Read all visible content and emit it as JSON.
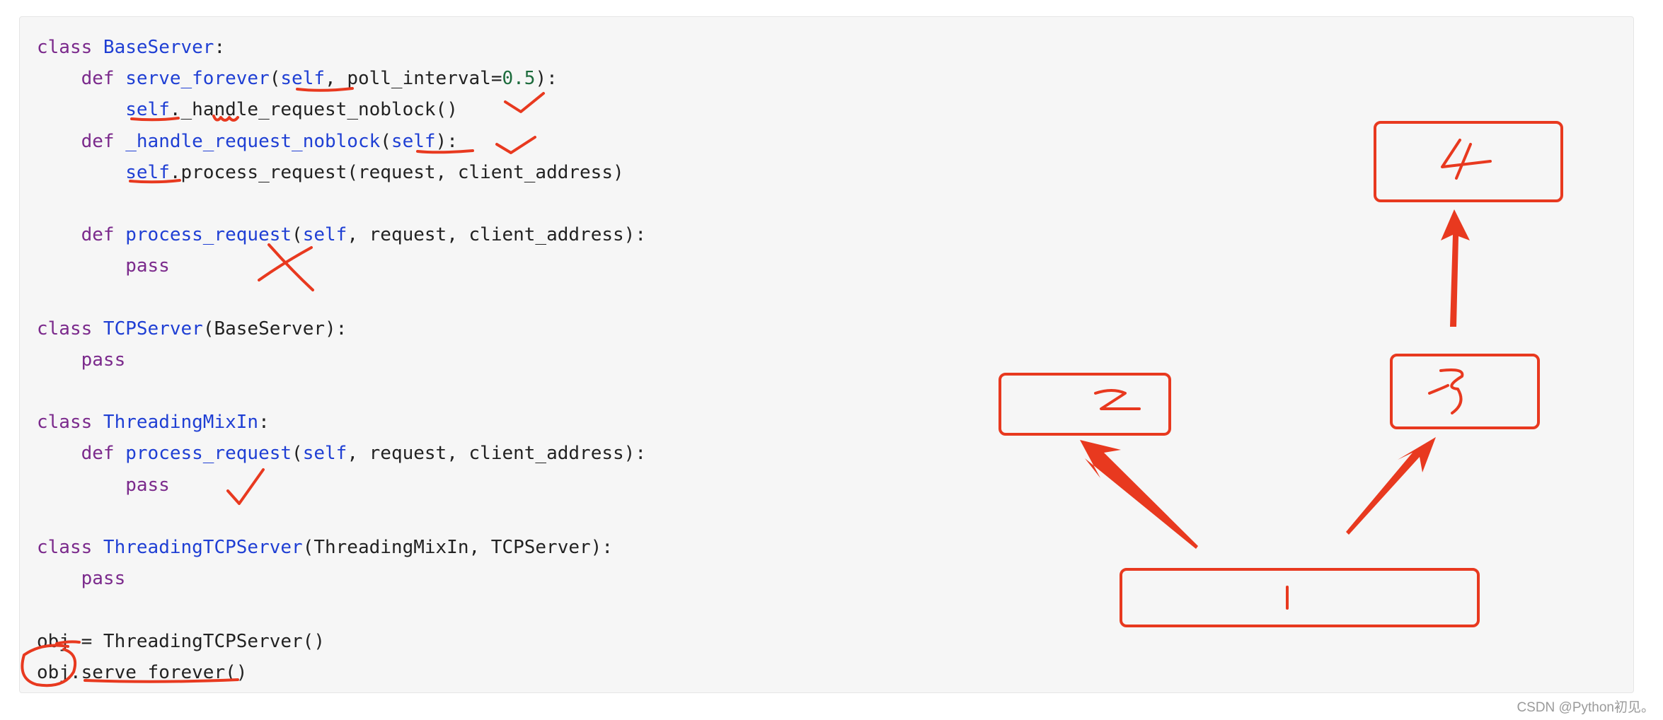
{
  "code_lines": [
    [
      {
        "t": "class ",
        "c": "kw"
      },
      {
        "t": "BaseServer",
        "c": "fn"
      },
      {
        "t": ":",
        "c": "plain"
      }
    ],
    [
      {
        "t": "    def ",
        "c": "kw"
      },
      {
        "t": "serve_forever",
        "c": "fn"
      },
      {
        "t": "(",
        "c": "plain"
      },
      {
        "t": "self",
        "c": "self"
      },
      {
        "t": ", poll_interval=",
        "c": "plain"
      },
      {
        "t": "0.5",
        "c": "num"
      },
      {
        "t": "):",
        "c": "plain"
      }
    ],
    [
      {
        "t": "        ",
        "c": "plain"
      },
      {
        "t": "self",
        "c": "self"
      },
      {
        "t": "._handle_request_noblock()",
        "c": "plain"
      }
    ],
    [
      {
        "t": "    def ",
        "c": "kw"
      },
      {
        "t": "_handle_request_noblock",
        "c": "fn"
      },
      {
        "t": "(",
        "c": "plain"
      },
      {
        "t": "self",
        "c": "self"
      },
      {
        "t": "):",
        "c": "plain"
      }
    ],
    [
      {
        "t": "        ",
        "c": "plain"
      },
      {
        "t": "self",
        "c": "self"
      },
      {
        "t": ".process_request(request, client_address)",
        "c": "plain"
      }
    ],
    [],
    [
      {
        "t": "    def ",
        "c": "kw"
      },
      {
        "t": "process_request",
        "c": "fn"
      },
      {
        "t": "(",
        "c": "plain"
      },
      {
        "t": "self",
        "c": "self"
      },
      {
        "t": ", request, client_address):",
        "c": "plain"
      }
    ],
    [
      {
        "t": "        pass",
        "c": "kw"
      }
    ],
    [],
    [
      {
        "t": "class ",
        "c": "kw"
      },
      {
        "t": "TCPServer",
        "c": "fn"
      },
      {
        "t": "(BaseServer):",
        "c": "plain"
      }
    ],
    [
      {
        "t": "    pass",
        "c": "kw"
      }
    ],
    [],
    [
      {
        "t": "class ",
        "c": "kw"
      },
      {
        "t": "ThreadingMixIn",
        "c": "fn"
      },
      {
        "t": ":",
        "c": "plain"
      }
    ],
    [
      {
        "t": "    def ",
        "c": "kw"
      },
      {
        "t": "process_request",
        "c": "fn"
      },
      {
        "t": "(",
        "c": "plain"
      },
      {
        "t": "self",
        "c": "self"
      },
      {
        "t": ", request, client_address):",
        "c": "plain"
      }
    ],
    [
      {
        "t": "        pass",
        "c": "kw"
      }
    ],
    [],
    [
      {
        "t": "class ",
        "c": "kw"
      },
      {
        "t": "ThreadingTCPServer",
        "c": "fn"
      },
      {
        "t": "(ThreadingMixIn, TCPServer):",
        "c": "plain"
      }
    ],
    [
      {
        "t": "    pass",
        "c": "kw"
      }
    ],
    [],
    [
      {
        "t": "obj = ThreadingTCPServer()",
        "c": "plain"
      }
    ],
    [
      {
        "t": "obj.",
        "c": "plain"
      },
      {
        "t": "serve_forever",
        "c": "plain"
      },
      {
        "t": "()",
        "c": "plain"
      }
    ]
  ],
  "diagram": {
    "box_1": "1",
    "box_2": "2",
    "box_3": "3",
    "box_4": "4"
  },
  "watermark": "CSDN @Python初见。",
  "colors": {
    "annotation_red": "#e8391f",
    "keyword": "#7b2a8c",
    "function_name": "#1f3fd4",
    "number": "#1c6b3c",
    "code_background": "#f6f6f6"
  }
}
